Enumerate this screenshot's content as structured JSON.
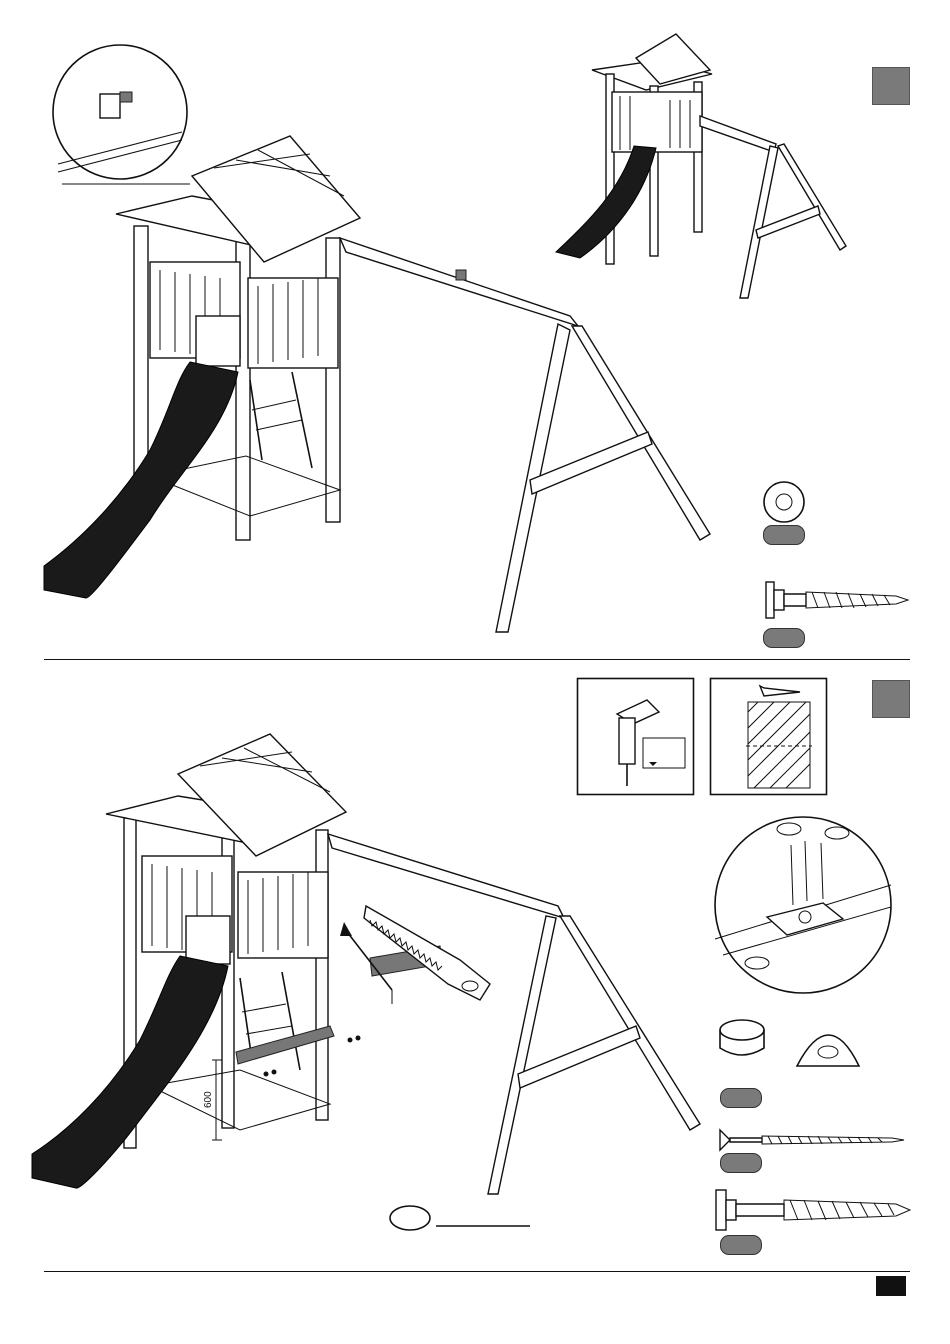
{
  "page": {
    "number": "",
    "dimension_label": "600",
    "part_label_blank": ""
  },
  "steps": [
    {
      "id": "step-1",
      "number": ""
    },
    {
      "id": "step-2",
      "number": ""
    }
  ],
  "colors": {
    "step_badge": "#7a7a7a",
    "line": "#111111",
    "slide": "#1a1a1a"
  },
  "icons": [
    "detail-circle-icon",
    "washer-icon",
    "bolt-icon",
    "drill-icon",
    "screw-section-icon",
    "saw-icon",
    "cap-icon",
    "dome-cap-icon",
    "screw-icon",
    "arrow-icon"
  ]
}
